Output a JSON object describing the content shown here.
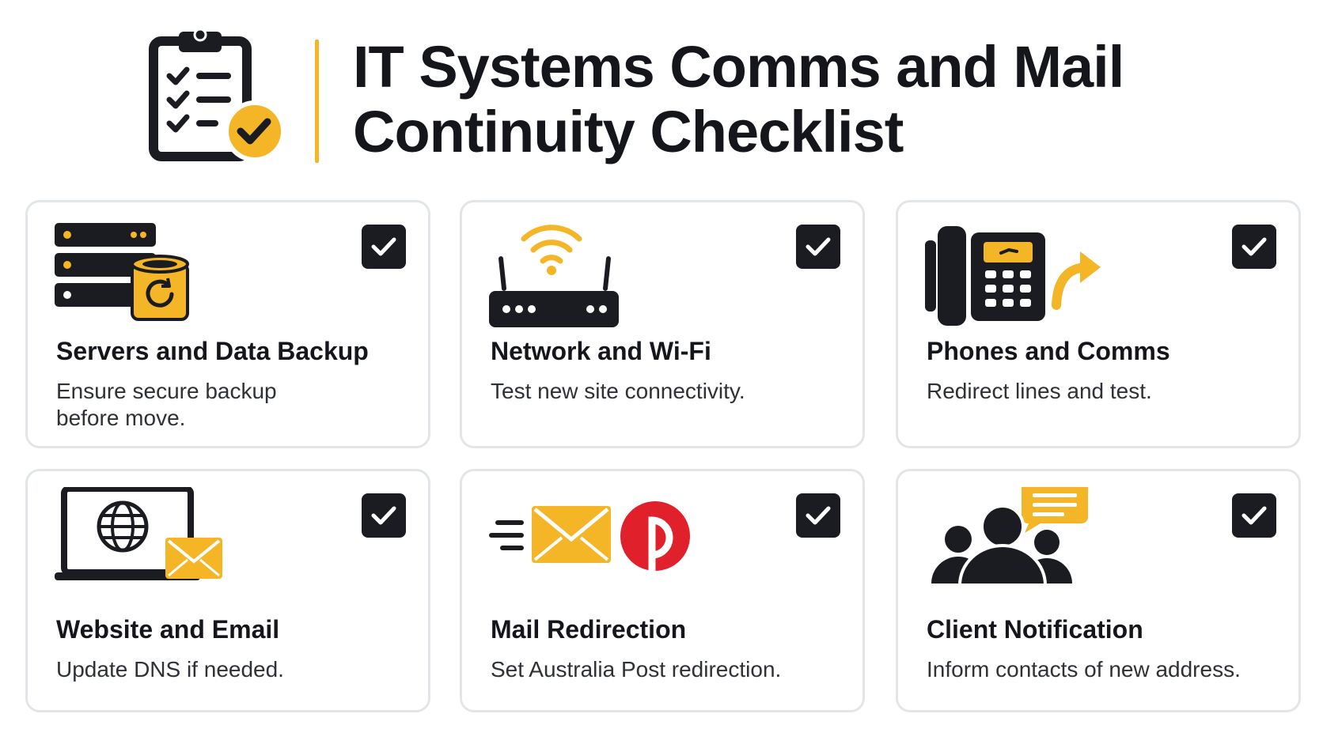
{
  "header": {
    "title_line1": "IT Systems Comms and Mail",
    "title_line2": "Continuity Checklist",
    "icon": "clipboard-check-icon"
  },
  "colors": {
    "accent": "#f4b526",
    "dark": "#1a1c21",
    "border": "#e3e6e8",
    "red": "#e0202a"
  },
  "cards": [
    {
      "title": "Servers aınd Data Backup",
      "description": "Ensure secure backup before move.",
      "icon": "server-database-backup-icon",
      "checked": true
    },
    {
      "title": "Network and Wi-Fi",
      "description": "Test new site connectivity.",
      "icon": "wifi-router-icon",
      "checked": true
    },
    {
      "title": "Phones and Comms",
      "description": "Redirect lines and test.",
      "icon": "desk-phone-forward-icon",
      "checked": true
    },
    {
      "title": "Website and Email",
      "description": "Update DNS if needed.",
      "icon": "laptop-globe-email-icon",
      "checked": true
    },
    {
      "title": "Mail Redirection",
      "description": "Set Australia Post redirection.",
      "icon": "mail-post-icon",
      "checked": true
    },
    {
      "title": "Client Notification",
      "description": "Inform contacts of new address.",
      "icon": "people-chat-icon",
      "checked": true
    }
  ]
}
